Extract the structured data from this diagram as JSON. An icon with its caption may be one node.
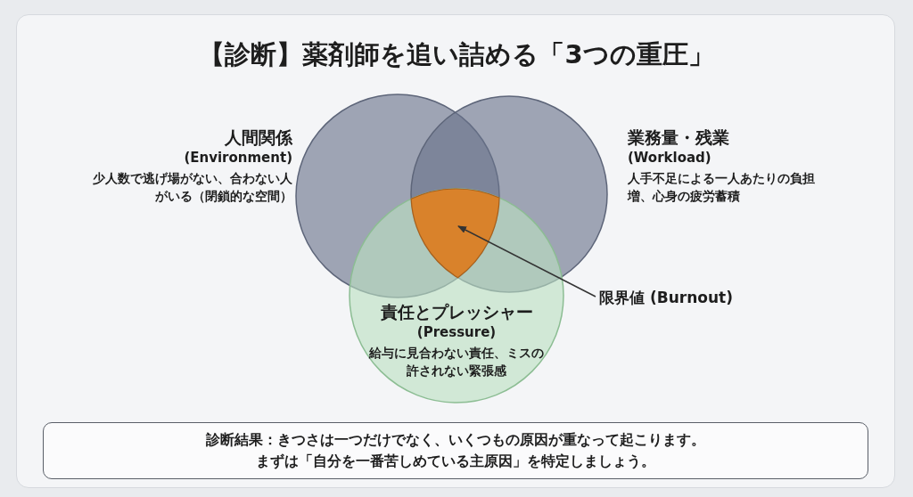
{
  "diagram": {
    "title": "【診断】薬剤師を追い詰める「3つの重圧」",
    "nodes": [
      {
        "text": [
          "人間関係",
          "(Environment)",
          "少人数で逃げ場がない、合わない人がいる（閉鎖的な空間）"
        ]
      },
      {
        "text": [
          "業務量・残業",
          "(Workload)",
          "人手不足による一人あたりの負担増、心身の疲労蓄積"
        ]
      },
      {
        "text": [
          "責任とプレッシャー",
          "(Pressure)",
          "給与に見合わない責任、ミスの許されない緊張感"
        ]
      },
      {
        "text": [
          "限界値 (Burnout)"
        ]
      },
      {
        "text": [],
        "shape": "triangle"
      },
      {
        "text": [
          "診断結果：きつさは一つだけでなく、いくつもの原因が重なって起こります。",
          "まずは「自分を一番苦しめている主原因」を特定しましょう。"
        ]
      }
    ],
    "edges": [
      {
        "from": 3,
        "to": 4,
        "arrow": "to"
      }
    ]
  }
}
